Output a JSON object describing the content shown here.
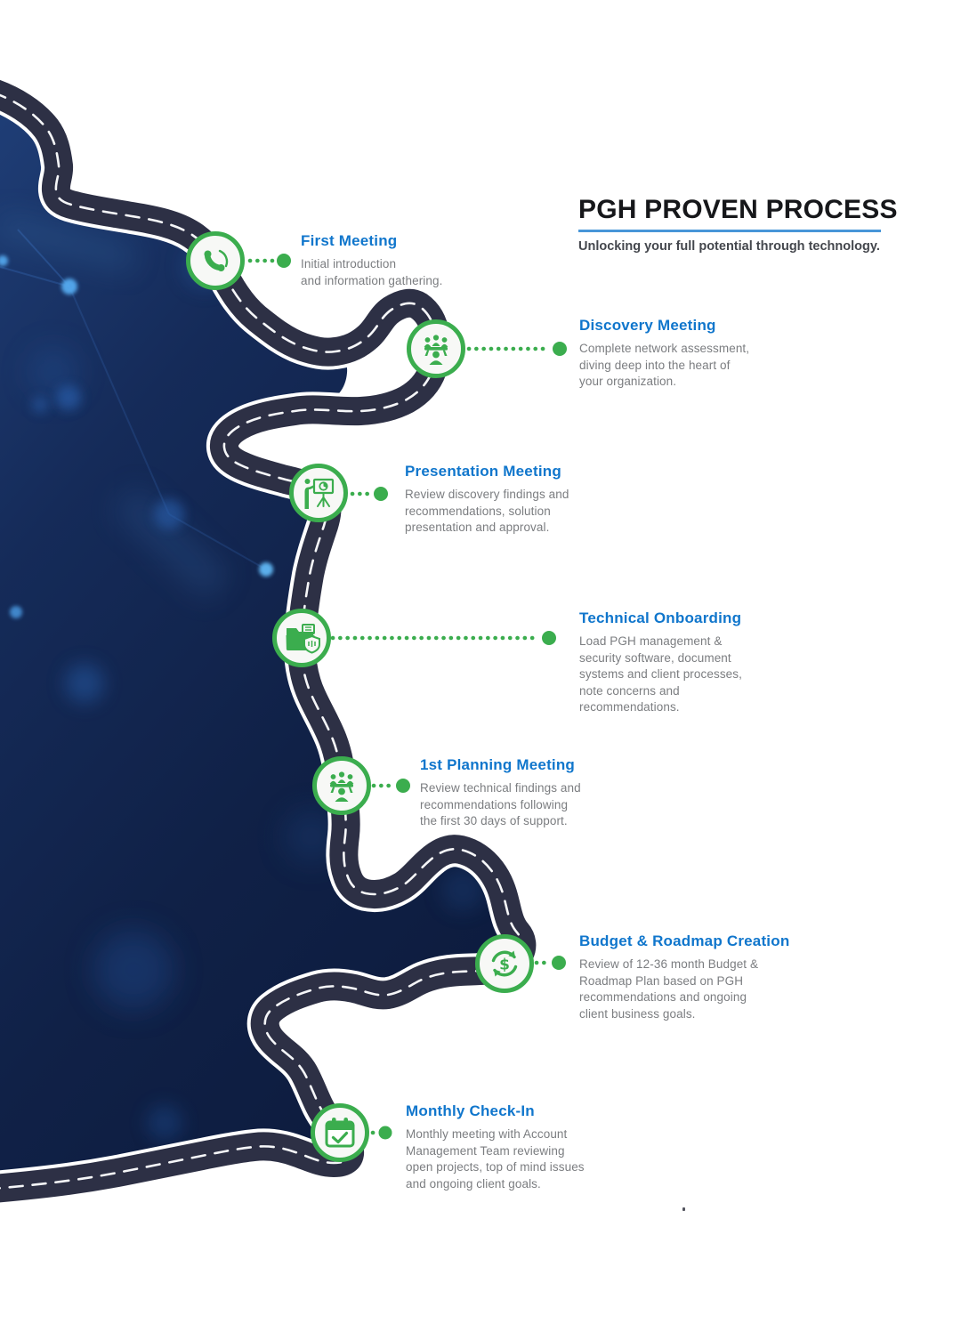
{
  "header": {
    "title": "PGH PROVEN PROCESS",
    "subtitle": "Unlocking your full potential through technology."
  },
  "steps": [
    {
      "id": "first-meeting",
      "icon": "phone",
      "title": "First Meeting",
      "description": "Initial introduction\nand information gathering."
    },
    {
      "id": "discovery-meeting",
      "icon": "meeting-table",
      "title": "Discovery Meeting",
      "description": "Complete network assessment,\ndiving deep into the heart of\nyour organization."
    },
    {
      "id": "presentation-meeting",
      "icon": "presentation-easel",
      "title": "Presentation Meeting",
      "description": "Review discovery findings and\nrecommendations, solution\npresentation and approval."
    },
    {
      "id": "technical-onboarding",
      "icon": "folder-shield",
      "title": "Technical Onboarding",
      "description": "Load PGH management &\nsecurity software, document\nsystems and client processes,\nnote concerns and\nrecommendations."
    },
    {
      "id": "first-planning-meeting",
      "icon": "meeting-table",
      "title": "1st Planning Meeting",
      "description": "Review technical findings and\nrecommendations following\nthe first 30 days of support."
    },
    {
      "id": "budget-roadmap-creation",
      "icon": "dollar-refresh",
      "title": "Budget & Roadmap Creation",
      "description": "Review of 12-36 month Budget &\nRoadmap Plan based on PGH\nrecommendations and ongoing\nclient business goals."
    },
    {
      "id": "monthly-check-in",
      "icon": "calendar-check",
      "title": "Monthly Check-In",
      "description": "Monthly meeting with Account\nManagement Team reviewing\nopen projects, top of mind issues\nand ongoing client goals."
    }
  ],
  "glyphs": {
    "dollar": "$"
  },
  "colors": {
    "accent_green": "#3bad4e",
    "title_blue": "#1076cc",
    "underline_blue": "#4896d8",
    "road_dark": "#2d3045",
    "background_navy": "#122650",
    "body_gray": "#7b7d80"
  }
}
